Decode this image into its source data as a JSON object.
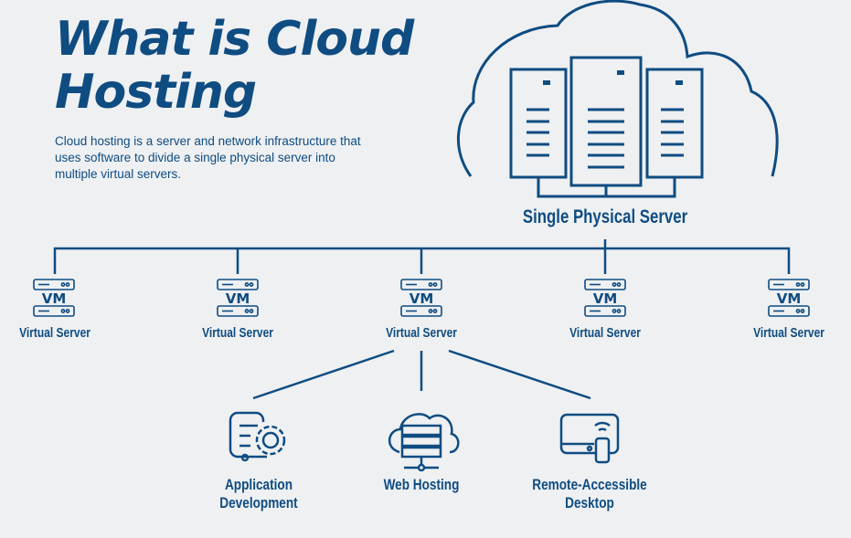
{
  "title": "What is Cloud Hosting",
  "title_line1": "What is Cloud",
  "title_line2": "Hosting",
  "description": "Cloud hosting is a server and network infrastructure that uses software to divide a single physical server into multiple virtual servers.",
  "physical_server": {
    "label": "Single Physical Server",
    "icon": "cloud-server-rack-icon"
  },
  "virtual_servers": [
    {
      "label": "Virtual Server",
      "icon": "vm-icon",
      "icon_text": "VM"
    },
    {
      "label": "Virtual Server",
      "icon": "vm-icon",
      "icon_text": "VM"
    },
    {
      "label": "Virtual Server",
      "icon": "vm-icon",
      "icon_text": "VM"
    },
    {
      "label": "Virtual Server",
      "icon": "vm-icon",
      "icon_text": "VM"
    },
    {
      "label": "Virtual Server",
      "icon": "vm-icon",
      "icon_text": "VM"
    }
  ],
  "services": [
    {
      "label_line1": "Application",
      "label_line2": "Development",
      "icon": "app-dev-gear-icon"
    },
    {
      "label_line1": "Web Hosting",
      "label_line2": "",
      "icon": "web-hosting-cloud-icon"
    },
    {
      "label_line1": "Remote-Accessible",
      "label_line2": "Desktop",
      "icon": "remote-desktop-icon"
    }
  ],
  "colors": {
    "primary": "#0f4c81",
    "background": "#eef0f2"
  }
}
